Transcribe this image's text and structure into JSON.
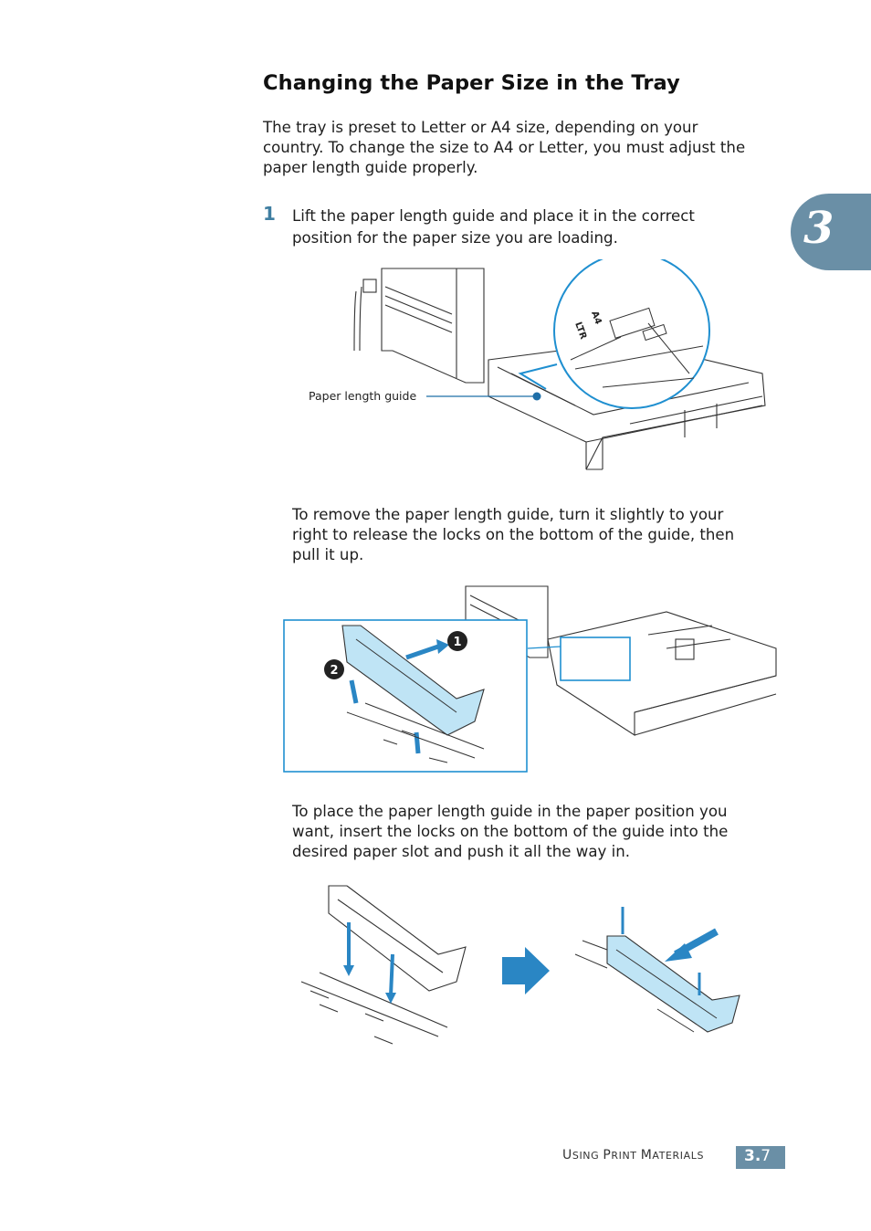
{
  "heading": "Changing the Paper Size in the Tray",
  "intro": [
    "The tray is preset to Letter or A4 size, depending on your",
    "country. To change the size to A4 or Letter, you must adjust the",
    "paper length guide properly."
  ],
  "step1": {
    "number": "1",
    "text": [
      "Lift the paper length guide and place it in the correct",
      "position for the paper size you are loading."
    ]
  },
  "figure1": {
    "callout": "Paper length guide",
    "zoom_label_a4": "A4",
    "zoom_label_ltr": "LTR"
  },
  "remove_text": [
    "To remove the paper length guide, turn it slightly to your",
    "right to release the locks on the bottom of the guide, then",
    "pull it up."
  ],
  "figure2": {
    "badge1": "1",
    "badge2": "2"
  },
  "place_text": [
    "To place the paper length guide in the paper position you",
    "want, insert the locks on the bottom of the guide into the",
    "desired paper slot and push it all the way in."
  ],
  "chapter_tab": "3",
  "footer": {
    "section_U": "U",
    "section_sing": "SING ",
    "section_P": "P",
    "section_rint": "RINT ",
    "section_M": "M",
    "section_aterials": "ATERIALS",
    "page_chapter": "3.",
    "page_number": "7"
  },
  "colors": {
    "accent": "#6a8fa6",
    "blue": "#1f8fd0",
    "light_blue": "#bfe4f5",
    "arrow": "#2a86c4"
  }
}
